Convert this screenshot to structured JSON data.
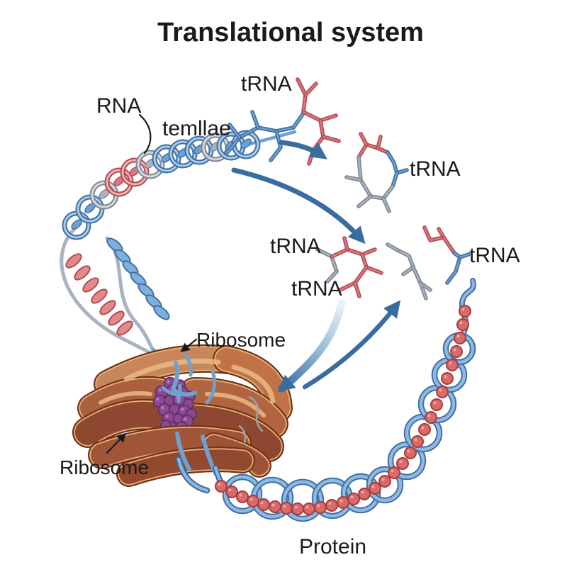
{
  "title": "Translational system",
  "labels": {
    "rna": "RNA",
    "template": "temllae",
    "trna": "tRNA",
    "ribosome": "Ribosome",
    "protein": "Protein"
  },
  "colors": {
    "background": "#ffffff",
    "text": "#1a1a1a",
    "arrow_blue": "#3a6d9f",
    "rna_blue": {
      "dark": "#3f6fa3",
      "mid": "#6fa0cf",
      "light": "#a9cbe8"
    },
    "rna_gray": {
      "dark": "#7e8794",
      "mid": "#a9b2bf",
      "light": "#d3d8de"
    },
    "rna_red": {
      "dark": "#b34a52",
      "mid": "#d9787f",
      "light": "#efb0b4"
    },
    "ribosome_outline": "#6f3318",
    "ribosome_cream": "#ecb377",
    "ribosome_browns": [
      "#c8875a",
      "#c07347",
      "#aa5f3e",
      "#b06540",
      "#8e4831",
      "#8e4831",
      "#a05538",
      "#9c5338",
      "#93492f"
    ],
    "ribosome_sheen": "#e9ba85",
    "purple": "#8a4a92",
    "purple_dark": "#5d2c62",
    "purple_light": "#b778bd",
    "bead_red": "#d96a6a",
    "bead_red_dark": "#a83b3b",
    "protein_blue_dark": "#3f6fa3",
    "protein_blue_light": "#8fb9e4"
  }
}
